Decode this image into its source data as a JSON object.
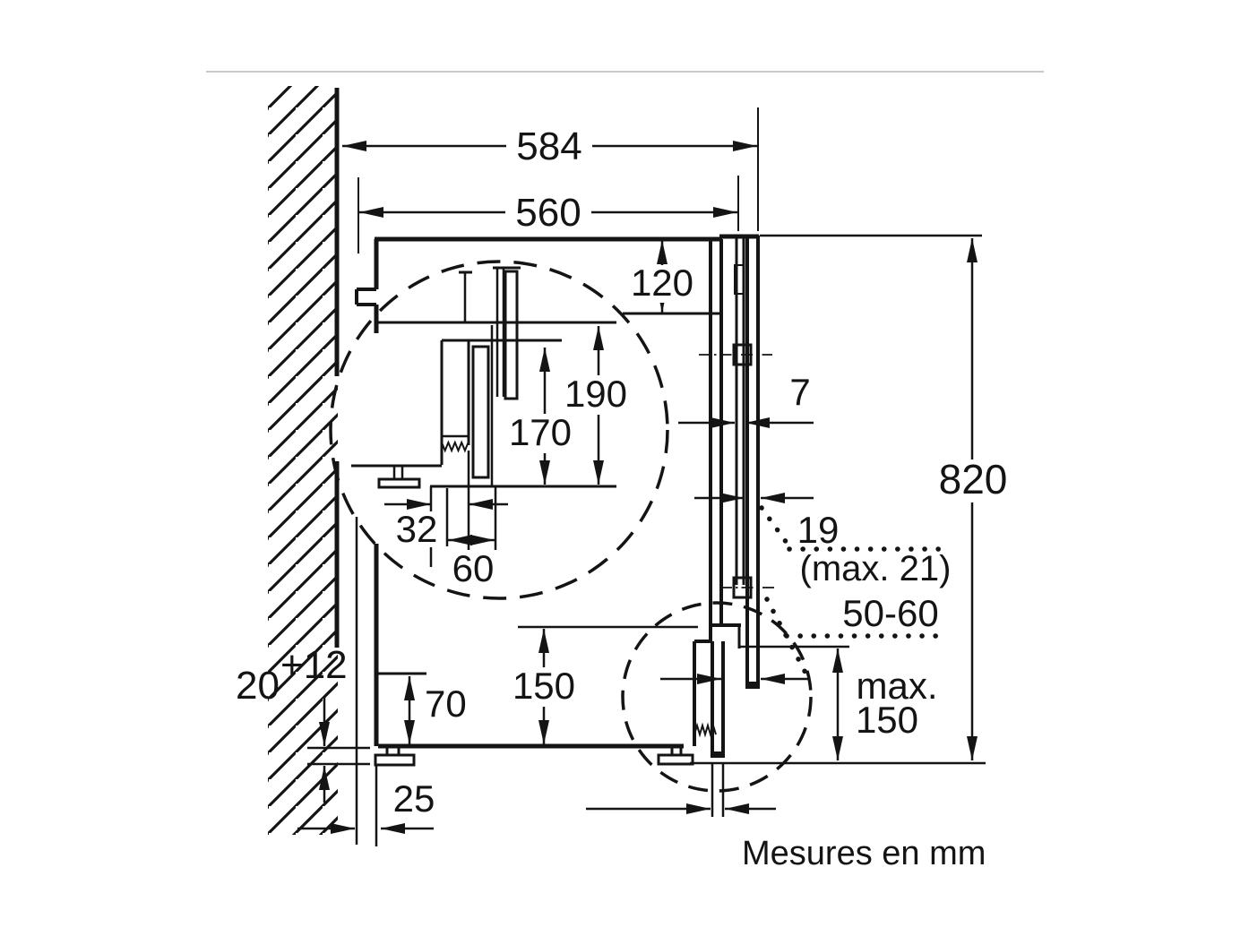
{
  "note": "Mesures en mm",
  "line_color": "#141414",
  "rule_color": "#c9c9c9",
  "dimensions": {
    "total_width": "584",
    "niche_width": "560",
    "top_fixing_offset": "120",
    "detail_height_a": "190",
    "detail_height_b": "170",
    "detail_offset_a": "32",
    "detail_offset_b": "60",
    "mounting_plate_thickness": "7",
    "door_thickness": "19",
    "door_thickness_max": "(max. 21)",
    "niche_height": "820",
    "plinth_recess_depth": "50-60",
    "plinth_max_prefix": "max.",
    "plinth_max_height": "150",
    "base_clearance_height": "150",
    "foot_zone_height": "70",
    "floor_gap": "20",
    "floor_gap_tolerance": "+12",
    "rear_gap": "25"
  }
}
